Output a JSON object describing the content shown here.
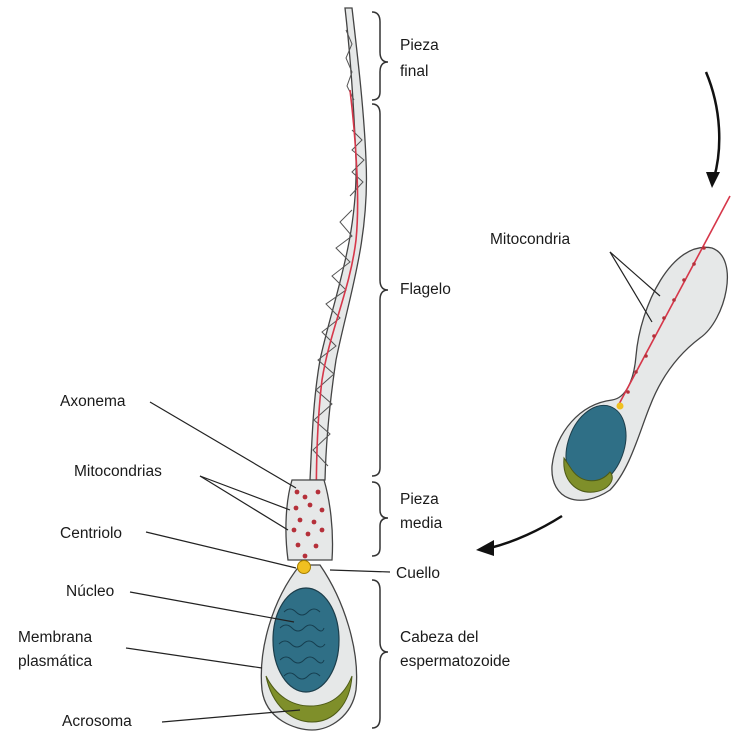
{
  "labels": {
    "pieza_final_1": "Pieza",
    "pieza_final_2": "final",
    "flagelo": "Flagelo",
    "pieza_media_1": "Pieza",
    "pieza_media_2": "media",
    "cuello": "Cuello",
    "cabeza_1": "Cabeza del",
    "cabeza_2": "espermatozoide",
    "axonema": "Axonema",
    "mitocondrias": "Mitocondrias",
    "centriolo": "Centriolo",
    "nucleo": "Núcleo",
    "membrana_1": "Membrana",
    "membrana_2": "plasmática",
    "acrosoma": "Acrosoma",
    "mitocondria": "Mitocondria"
  },
  "colors": {
    "cytoplasm": "#e4e6e6",
    "nucleus": "#2f6f86",
    "acrosome": "#7f8f2a",
    "mitochondria": "#b5303a",
    "axoneme": "#d6374a",
    "centriole": "#f0c020"
  }
}
